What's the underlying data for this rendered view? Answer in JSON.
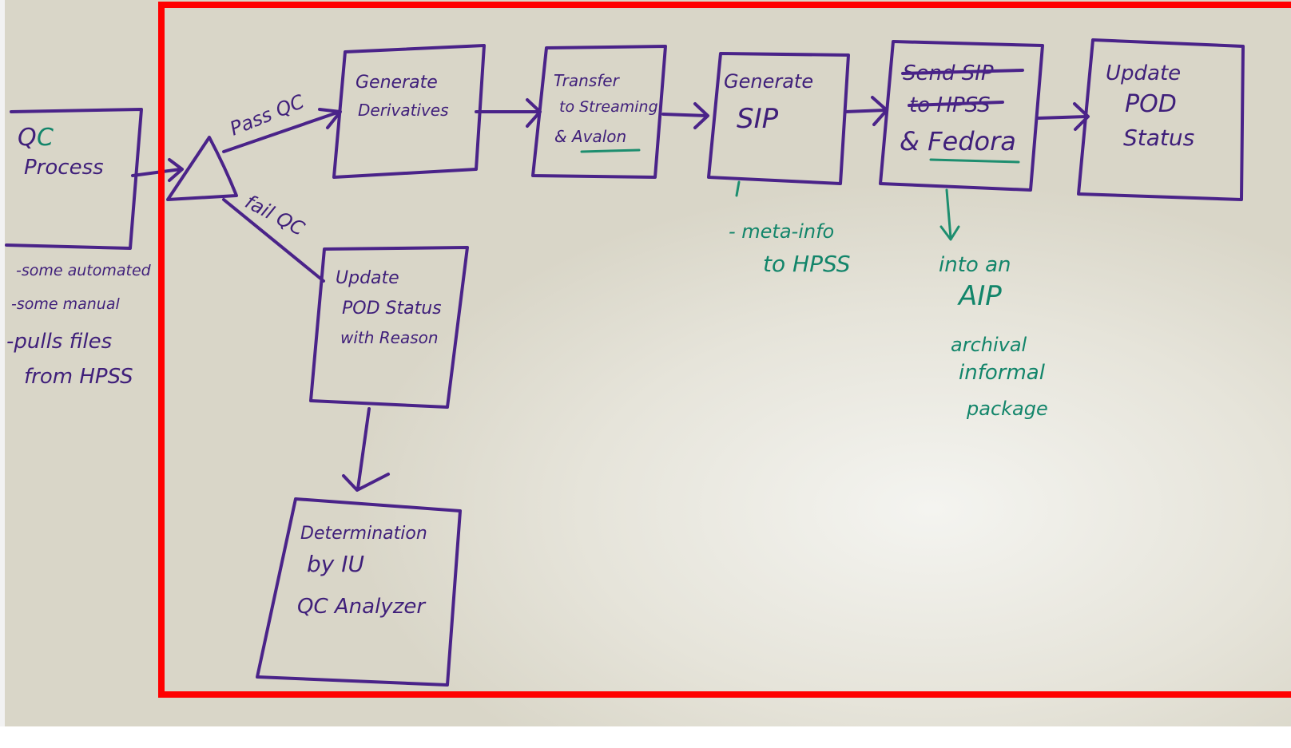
{
  "colors": {
    "board": "#dcd9cc",
    "marker_purple": "#4a2389",
    "marker_green": "#1d8e6f",
    "highlight_frame": "#ff0000"
  },
  "nodes": {
    "qc_process": {
      "line1_a": "Q",
      "line1_b": "C",
      "line2": "Process"
    },
    "decision": {
      "shape": "triangle"
    },
    "generate_derivatives": {
      "line1": "Generate",
      "line2": "Derivatives"
    },
    "transfer": {
      "line1": "Transfer",
      "line2": "to Streaming",
      "line3": "& Avalon"
    },
    "generate_sip": {
      "line1": "Generate",
      "line2": "SIP"
    },
    "send_sip": {
      "line1_struck": "Send SIP",
      "line2_struck": "to HPSS",
      "line3": "& Fedora"
    },
    "update_pod_status": {
      "line1": "Update",
      "line2": "POD",
      "line3": "Status"
    },
    "update_pod_reason": {
      "line1": "Update",
      "line2": "POD Status",
      "line3": "with Reason"
    },
    "determination": {
      "line1": "Determination",
      "line2": "by IU",
      "line3": "QC Analyzer"
    }
  },
  "edge_labels": {
    "pass": "Pass QC",
    "fail": "fail QC"
  },
  "notes": {
    "qc_notes": [
      "-some automated",
      "-some manual",
      "-pulls files",
      "from HPSS"
    ],
    "sip_note": [
      "- meta-info",
      "to HPSS"
    ],
    "aip_note": [
      "into an",
      "AIP",
      "archival",
      "informal",
      "package"
    ]
  }
}
